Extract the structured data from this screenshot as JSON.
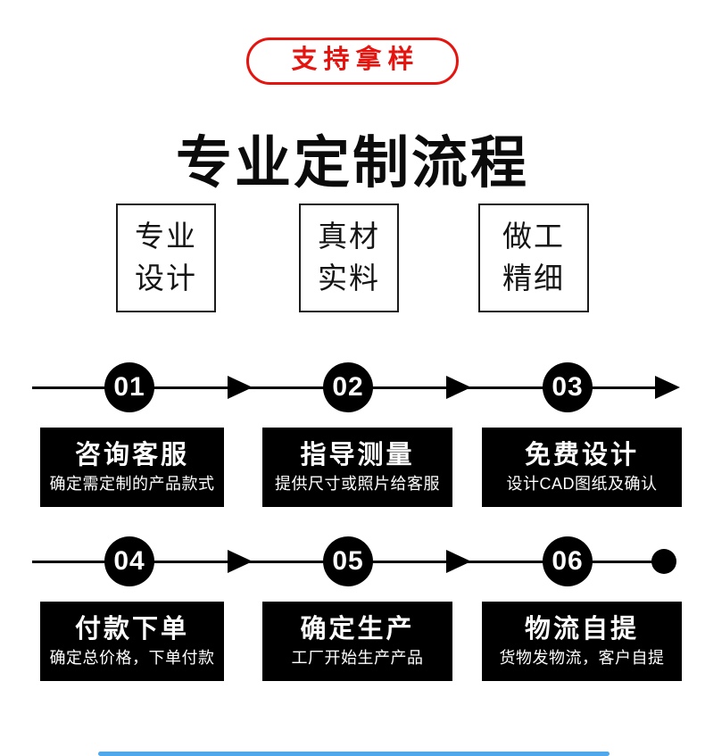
{
  "colors": {
    "accent_red": "#e6140f",
    "step_box_black": "#000000",
    "step_text_white": "#ffffff",
    "scrollbar_blue": "#4fa8ec"
  },
  "badge": {
    "label": "支持拿样"
  },
  "title": "专业定制流程",
  "features": [
    {
      "line1": "专业",
      "line2": "设计"
    },
    {
      "line1": "真材",
      "line2": "实料"
    },
    {
      "line1": "做工",
      "line2": "精细"
    }
  ],
  "steps": [
    {
      "num": "01",
      "title": "咨询客服",
      "desc": "确定需定制的产品款式"
    },
    {
      "num": "02",
      "title": "指导测量",
      "desc": "提供尺寸或照片给客服"
    },
    {
      "num": "03",
      "title": "免费设计",
      "desc": "设计CAD图纸及确认"
    },
    {
      "num": "04",
      "title": "付款下单",
      "desc": "确定总价格，下单付款"
    },
    {
      "num": "05",
      "title": "确定生产",
      "desc": "工厂开始生产产品"
    },
    {
      "num": "06",
      "title": "物流自提",
      "desc": "货物发物流，客户自提"
    }
  ]
}
